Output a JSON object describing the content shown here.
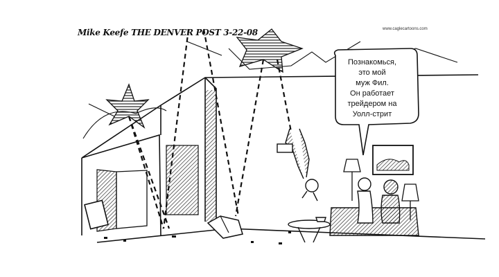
{
  "signature": "Mike Keefe THE DENVER POST 3-22-08",
  "site_credit": "www.caglecartoons.com",
  "speech_bubble": {
    "lines": [
      "Познакомься,",
      "это мой",
      "муж Фил.",
      "Он работает",
      "трейдером на",
      "Уолл-стрит"
    ]
  }
}
